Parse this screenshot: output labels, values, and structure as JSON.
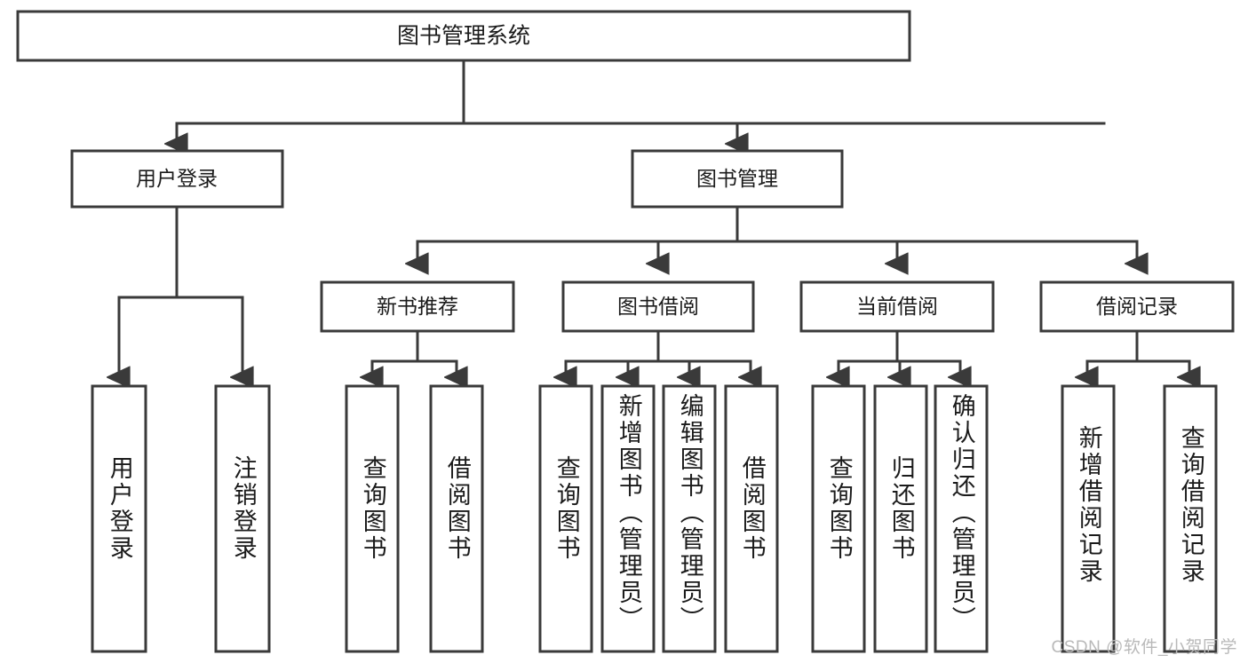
{
  "diagram": {
    "title": "图书管理系统",
    "type": "tree",
    "watermark": "CSDN @软件_小贺同学",
    "colors": {
      "stroke": "#3a3a3a",
      "fill": "#ffffff",
      "text": "#1b1b1b",
      "watermark": "#b9b9b9",
      "background": "#ffffff"
    },
    "root": {
      "label": "图书管理系统"
    },
    "level2": [
      {
        "label": "用户登录"
      },
      {
        "label": "图书管理"
      }
    ],
    "level3": [
      {
        "label": "新书推荐"
      },
      {
        "label": "图书借阅"
      },
      {
        "label": "当前借阅"
      },
      {
        "label": "借阅记录"
      }
    ],
    "leaves": {
      "user_login": [
        {
          "label": "用户登录"
        },
        {
          "label": "注销登录"
        }
      ],
      "new_book_recommend": [
        {
          "label": "查询图书"
        },
        {
          "label": "借阅图书"
        }
      ],
      "book_borrow": [
        {
          "label": "查询图书"
        },
        {
          "label": "新增图书（管理员）"
        },
        {
          "label": "编辑图书（管理员）"
        },
        {
          "label": "借阅图书"
        }
      ],
      "current_borrow": [
        {
          "label": "查询图书"
        },
        {
          "label": "归还图书"
        },
        {
          "label": "确认归还（管理员）"
        }
      ],
      "borrow_record": [
        {
          "label": "新增借阅记录"
        },
        {
          "label": "查询借阅记录"
        }
      ]
    }
  }
}
